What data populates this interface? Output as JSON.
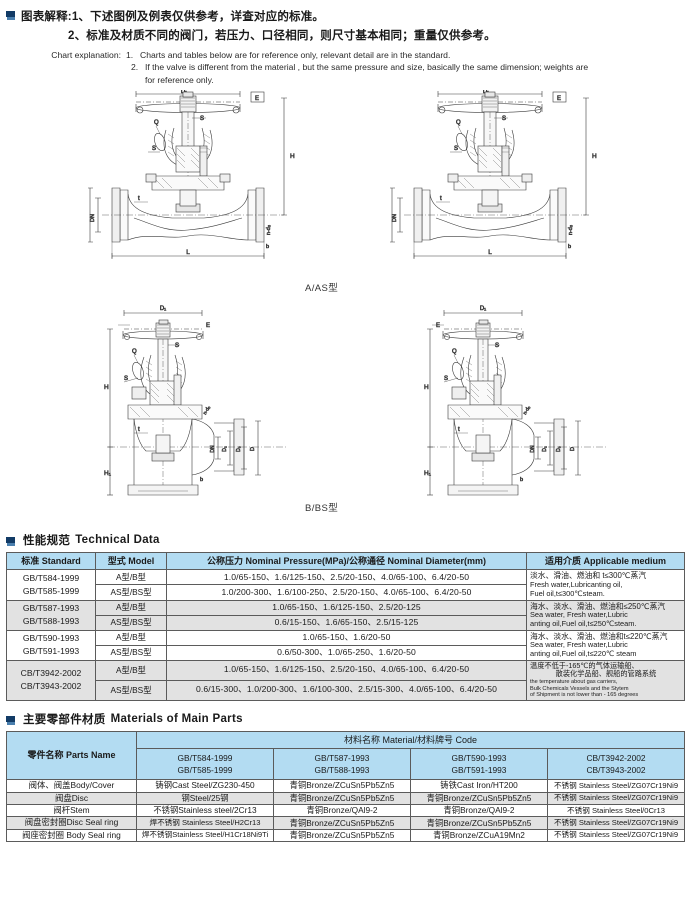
{
  "explanation": {
    "cn_line1": "图表解释:1、下述图例及例表仅供参考，详查对应的标准。",
    "cn_line2": "2、标准及材质不同的阀门，若压力、口径相同，则尺寸基本相同；重量仅供参考。",
    "en_label": "Chart explanation:",
    "en_num1": "1.",
    "en_item1": "Charts and tables below are for reference only, relevant detail are in the standard.",
    "en_num2": "2.",
    "en_item2": "If the valve is different from the material , but the same pressure and size, basically the same dimension; weights are",
    "en_item2_cont": "for reference only."
  },
  "figures": {
    "caption_top": "A/AS型",
    "caption_bottom": "B/BS型",
    "labels": {
      "d1": "D₁",
      "e": "E",
      "s": "S",
      "q": "Q",
      "h": "H",
      "h1": "H₁",
      "l": "L",
      "dn": "DN",
      "d": "D",
      "d2": "D₂",
      "d3": "D₃",
      "b": "b",
      "t": "t",
      "nd": "n-d₀"
    }
  },
  "technical": {
    "heading_cn": "性能规范",
    "heading_en": "Technical  Data",
    "columns": [
      "标准 Standard",
      "型式 Model",
      "公称压力 Nominal Pressure(MPa)/公称通径 Nominal Diameter(mm)",
      "适用介质 Applicable medium"
    ],
    "rows": [
      {
        "standard": [
          "GB/T584-1999",
          "GB/T585-1999"
        ],
        "models": [
          "A型/B型",
          "AS型/BS型"
        ],
        "pressures": [
          "1.0/65-150、1.6/125-150、2.5/20-150、4.0/65-100、6.4/20-50",
          "1.0/200-300、1.6/100-250、2.5/20-150、4.0/65-100、6.4/20-50"
        ],
        "medium_cn": "淡水、滑油、燃油和 t≤300℃蒸汽",
        "medium_en": [
          "Fresh water,Lubricanting oil,",
          "Fuel oil,t≤300℃steam."
        ],
        "shaded": false
      },
      {
        "standard": [
          "GB/T587-1993",
          "GB/T588-1993"
        ],
        "models": [
          "A型/B型",
          "AS型/BS型"
        ],
        "pressures": [
          "1.0/65-150、1.6/125-150、2.5/20-125",
          "0.6/15-150、1.6/65-150、2.5/15-125"
        ],
        "medium_cn": "海水、淡水、滑油、燃油和≤250℃蒸汽",
        "medium_en": [
          "Sea water, Fresh water,Lubric",
          "anting oil,Fuel oil,t≤250℃steam."
        ],
        "shaded": true
      },
      {
        "standard": [
          "GB/T590-1993",
          "GB/T591-1993"
        ],
        "models": [
          "A型/B型",
          "AS型/BS型"
        ],
        "pressures": [
          "1.0/65-150、1.6/20-50",
          "0.6/50-300、1.0/65-250、1.6/20-50"
        ],
        "medium_cn": "海水、淡水、滑油、燃油和t≤220℃蒸汽",
        "medium_en": [
          "Sea water, Fresh water,Lubric",
          "anting oil,Fuel oil,t≤220℃ steam"
        ],
        "shaded": false
      },
      {
        "standard": [
          "CB/T3942-2002",
          "CB/T3943-2002"
        ],
        "models": [
          "A型/B型",
          "AS型/BS型"
        ],
        "pressures": [
          "1.0/65-150、1.6/125-150、2.5/20-150、4.0/65-100、6.4/20-50",
          "0.6/15-300、1.0/200-300、1.6/100-300、2.5/15-300、4.0/65-100、6.4/20-50"
        ],
        "medium_cn": "温度不低于-165℃的气体运输船、",
        "medium_cn2": "散装化学品船、舰船的管路系统",
        "medium_en": [
          "the temperature about gas carriers,",
          "Bulk Chemicals Vessels and the Stytem",
          "of Shipment  is not lower than - 165 degrees"
        ],
        "shaded": true
      }
    ]
  },
  "materials": {
    "heading_cn": "主要零部件材质",
    "heading_en": "Materials of Main Parts",
    "group_header": "材料名称 Material/材料牌号 Code",
    "parts_col_header": "零件名称 Parts Name",
    "std_headers": [
      [
        "GB/T584-1999",
        "GB/T585-1999"
      ],
      [
        "GB/T587-1993",
        "GB/T588-1993"
      ],
      [
        "GB/T590-1993",
        "GB/T591-1993"
      ],
      [
        "CB/T3942-2002",
        "CB/T3943-2002"
      ]
    ],
    "rows": [
      {
        "part": "阀体、阀盖Body/Cover",
        "values": [
          "铸钢Cast Steel/ZG230-450",
          "青铜Bronze/ZCuSn5Pb5Zn5",
          "铸铁Cast Iron/HT200",
          "不锈钢 Stainless Steel/ZG07Cr19Ni9"
        ],
        "shaded": false
      },
      {
        "part": "阀盘Disc",
        "values": [
          "钢Steel/25钢",
          "青铜Bronze/ZCuSn5Pb5Zn5",
          "青铜Bronze/ZCuSn5Pb5Zn5",
          "不锈钢 Stainless Steel/ZG07Cr19Ni9"
        ],
        "shaded": true
      },
      {
        "part": "阀杆Stem",
        "values": [
          "不锈钢Stainless steel/2Cr13",
          "青铜Bronze/QAl9-2",
          "青铜Bronze/QAl9-2",
          "不锈钢 Stainless Steel/0Cr13"
        ],
        "shaded": false
      },
      {
        "part": "阀盘密封圈Disc Seal ring",
        "values": [
          "焊不锈钢 Stainless Steel/H2Cr13",
          "青铜Bronze/ZCuSn5Pb5Zn5",
          "青铜Bronze/ZCuSn5Pb5Zn5",
          "不锈钢 Stainless Steel/ZG07Cr19Ni9"
        ],
        "shaded": true
      },
      {
        "part": "阀座密封圈 Body Seal ring",
        "values": [
          "焊不锈钢Stainless Steel/H1Cr18Ni9Ti",
          "青铜Bronze/ZCuSn5Pb5Zn5",
          "青铜Bronze/ZCuA19Mn2",
          "不锈钢 Stainless Steel/ZG07Cr19Ni9"
        ],
        "shaded": false
      }
    ]
  },
  "colors": {
    "header_blue": "#b3dcf2",
    "shade_gray": "#e2e2e2",
    "bullet_dark": "#123b66",
    "border": "#5b5b5b"
  }
}
